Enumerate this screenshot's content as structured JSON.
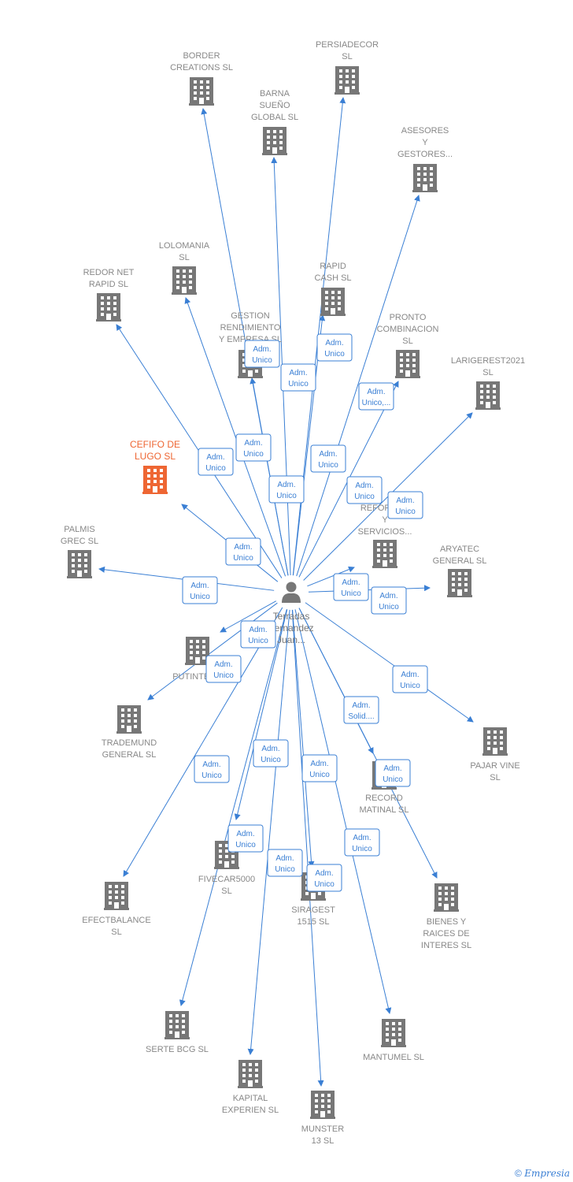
{
  "colors": {
    "edge": "#3a7fd4",
    "building": "#777777",
    "highlight": "#ee6633",
    "label": "#888888"
  },
  "center": {
    "lines": [
      "Terradas",
      "Fernandez",
      "Juan..."
    ],
    "icon": "person-icon"
  },
  "companies": [
    {
      "id": "border-creations",
      "lines": [
        "BORDER",
        "CREATIONS  SL"
      ]
    },
    {
      "id": "persiadecor",
      "lines": [
        "PERSIADECOR",
        "SL"
      ]
    },
    {
      "id": "barna-sueno",
      "lines": [
        "BARNA",
        "SUEÑO",
        "GLOBAL  SL"
      ]
    },
    {
      "id": "asesores",
      "lines": [
        "ASESORES",
        "Y",
        "GESTORES..."
      ]
    },
    {
      "id": "lolomania",
      "lines": [
        "LOLOMANIA",
        "SL"
      ]
    },
    {
      "id": "redor-net",
      "lines": [
        "REDOR NET",
        "RAPID  SL"
      ]
    },
    {
      "id": "rapid-cash",
      "lines": [
        "RAPID",
        "CASH SL"
      ]
    },
    {
      "id": "gestion",
      "lines": [
        "GESTION",
        "RENDIMIENTO",
        "Y EMPRESA  SL"
      ]
    },
    {
      "id": "pronto",
      "lines": [
        "PRONTO",
        "COMBINACION",
        "SL"
      ]
    },
    {
      "id": "larigerest",
      "lines": [
        "LARIGEREST2021",
        "SL"
      ]
    },
    {
      "id": "cefifo",
      "lines": [
        "CEFIFO DE",
        "LUGO  SL"
      ],
      "highlight": true
    },
    {
      "id": "reformas",
      "lines": [
        "REFORMAS",
        "Y",
        "SERVICIOS..."
      ]
    },
    {
      "id": "palmis",
      "lines": [
        "PALMIS",
        "GREC  SL"
      ]
    },
    {
      "id": "aryatec",
      "lines": [
        "ARYATEC",
        "GENERAL  SL"
      ]
    },
    {
      "id": "putinte",
      "lines": [
        "PUTINTE  SL"
      ]
    },
    {
      "id": "trademund",
      "lines": [
        "TRADEMUND",
        "GENERAL  SL"
      ]
    },
    {
      "id": "pajar-vine",
      "lines": [
        "PAJAR VINE",
        "SL"
      ]
    },
    {
      "id": "record",
      "lines": [
        "RECORD",
        "MATINAL  SL"
      ]
    },
    {
      "id": "fivecar",
      "lines": [
        "FIVECAR5000",
        "SL"
      ]
    },
    {
      "id": "efectbalance",
      "lines": [
        "EFECTBALANCE",
        "SL"
      ]
    },
    {
      "id": "siragest",
      "lines": [
        "SIRAGEST",
        "1515  SL"
      ]
    },
    {
      "id": "bienes",
      "lines": [
        "BIENES Y",
        "RAICES DE",
        "INTERES  SL"
      ]
    },
    {
      "id": "serte",
      "lines": [
        "SERTE BCG  SL"
      ]
    },
    {
      "id": "mantumel",
      "lines": [
        "MANTUMEL  SL"
      ]
    },
    {
      "id": "kapital",
      "lines": [
        "KAPITAL",
        "EXPERIEN  SL"
      ]
    },
    {
      "id": "munster",
      "lines": [
        "MUNSTER",
        "13  SL"
      ]
    }
  ],
  "relations": [
    {
      "to": "border-creations",
      "lines": [
        "Adm.",
        "Unico"
      ]
    },
    {
      "to": "barna-sueno",
      "lines": [
        "Adm.",
        "Unico"
      ]
    },
    {
      "to": "persiadecor",
      "lines": [
        "Adm.",
        "Unico"
      ]
    },
    {
      "to": "asesores",
      "lines": [
        "Adm.",
        "Unico,..."
      ]
    },
    {
      "to": "lolomania",
      "lines": [
        "Adm.",
        "Unico"
      ]
    },
    {
      "to": "redor-net",
      "lines": [
        "Adm.",
        "Unico"
      ]
    },
    {
      "to": "rapid-cash",
      "lines": [
        "Adm.",
        "Unico"
      ]
    },
    {
      "to": "gestion",
      "lines": [
        "Adm.",
        "Unico"
      ]
    },
    {
      "to": "pronto",
      "lines": [
        "Adm.",
        "Unico"
      ]
    },
    {
      "to": "larigerest",
      "lines": [
        "Adm.",
        "Unico"
      ]
    },
    {
      "to": "cefifo",
      "lines": [
        "Adm.",
        "Unico"
      ]
    },
    {
      "to": "reformas",
      "lines": [
        "Adm.",
        "Unico"
      ]
    },
    {
      "to": "palmis",
      "lines": [
        "Adm.",
        "Unico"
      ]
    },
    {
      "to": "aryatec",
      "lines": [
        "Adm.",
        "Unico"
      ]
    },
    {
      "to": "putinte",
      "lines": [
        "Adm.",
        "Unico"
      ]
    },
    {
      "to": "trademund",
      "lines": [
        "Adm.",
        "Unico"
      ]
    },
    {
      "to": "pajar-vine",
      "lines": [
        "Adm.",
        "Unico"
      ]
    },
    {
      "to": "record",
      "lines": [
        "Adm.",
        "Solid...."
      ]
    },
    {
      "to": "bienes",
      "lines": [
        "Adm.",
        "Unico"
      ]
    },
    {
      "to": "fivecar",
      "lines": [
        "Adm.",
        "Unico"
      ]
    },
    {
      "to": "efectbalance",
      "lines": [
        "Adm.",
        "Unico"
      ]
    },
    {
      "to": "siragest",
      "lines": [
        "Adm.",
        "Unico"
      ]
    },
    {
      "to": "serte",
      "lines": [
        "Adm.",
        "Unico"
      ]
    },
    {
      "to": "kapital",
      "lines": [
        "Adm.",
        "Unico"
      ]
    },
    {
      "to": "mantumel",
      "lines": [
        "Adm.",
        "Unico"
      ]
    },
    {
      "to": "munster",
      "lines": [
        "Adm.",
        "Unico"
      ]
    }
  ],
  "footer": {
    "copyright": "©",
    "brand": "Empresia"
  }
}
